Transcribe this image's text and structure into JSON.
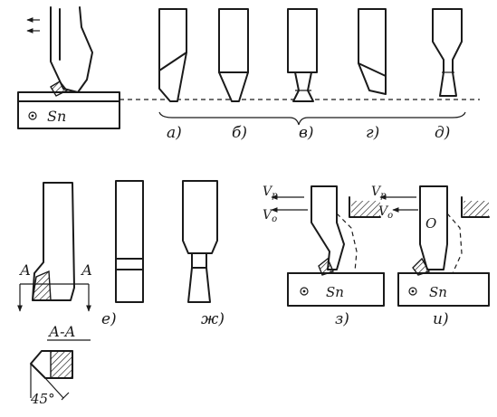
{
  "labels": {
    "a": "а)",
    "b": "б)",
    "v": "в)",
    "g": "г)",
    "d": "д)",
    "e": "е)",
    "zh": "ж)",
    "z": "з)",
    "i": "и)"
  },
  "annotations": {
    "feed_main": "Sп",
    "feed_z": "Sп",
    "feed_i": "Sп",
    "section_mark_left": "А",
    "section_mark_right": "А",
    "section_title": "А-А",
    "angle": "45°",
    "velocity_v": "V",
    "velocity_p": "р",
    "velocity_o": "о",
    "center_o": "О"
  },
  "colors": {
    "ink": "#1a1a1a",
    "paper": "#ffffff"
  }
}
